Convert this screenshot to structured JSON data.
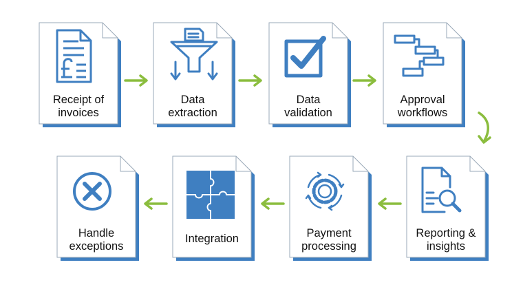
{
  "steps": [
    {
      "id": "receipt",
      "lines": [
        "Receipt of",
        "invoices"
      ]
    },
    {
      "id": "extraction",
      "lines": [
        "Data",
        "extraction"
      ]
    },
    {
      "id": "validation",
      "lines": [
        "Data",
        "validation"
      ]
    },
    {
      "id": "approval",
      "lines": [
        "Approval",
        "workflows"
      ]
    },
    {
      "id": "reporting",
      "lines": [
        "Reporting &",
        "insights"
      ]
    },
    {
      "id": "payment",
      "lines": [
        "Payment",
        "processing"
      ]
    },
    {
      "id": "integration",
      "lines": [
        "Integration"
      ]
    },
    {
      "id": "exceptions",
      "lines": [
        "Handle",
        "exceptions"
      ]
    }
  ],
  "icons": {
    "receipt": "invoice-pound-icon",
    "extraction": "funnel-icon",
    "validation": "checkbox-icon",
    "approval": "workflow-icon",
    "reporting": "document-search-icon",
    "payment": "gear-cycle-icon",
    "integration": "puzzle-icon",
    "exceptions": "x-circle-icon"
  },
  "colors": {
    "icon_blue": "#3f7fc1",
    "shadow_blue": "#3f7fc1",
    "arrow_green": "#8bbd3e",
    "card_fill": "#ffffff",
    "card_stroke": "#9aa9b8"
  }
}
